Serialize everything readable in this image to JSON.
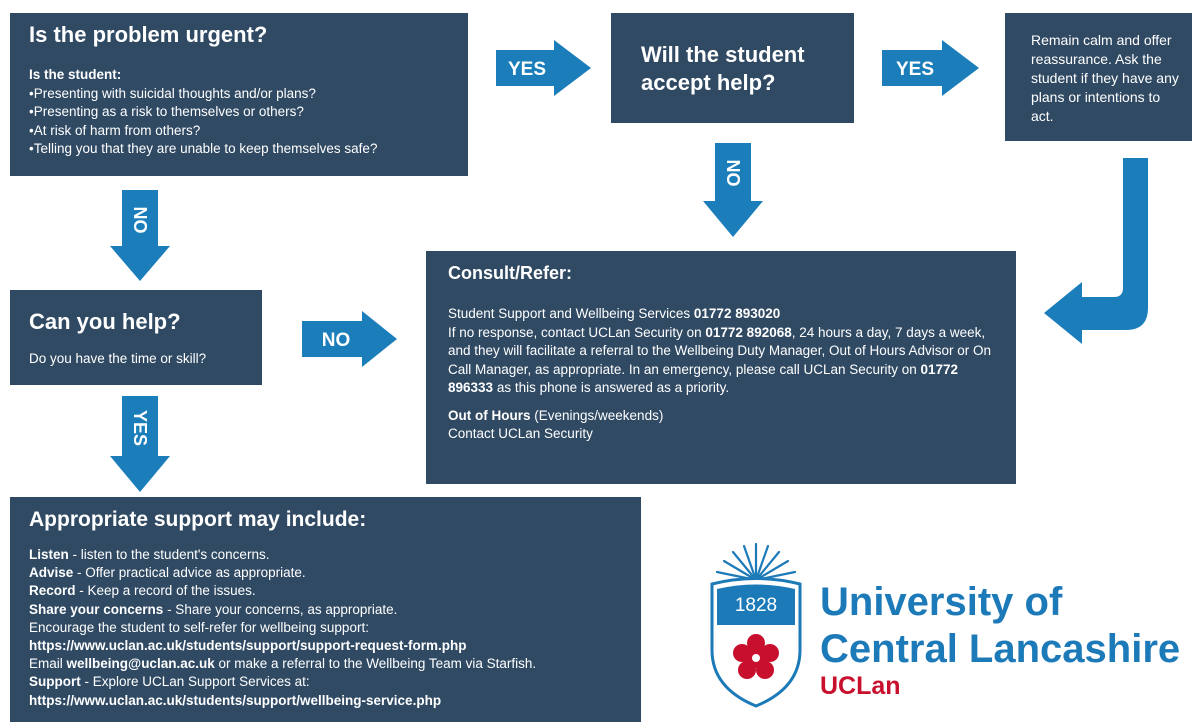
{
  "urgent": {
    "title": "Is the problem urgent?",
    "subtitle": "Is the student:",
    "items": [
      "Presenting with suicidal thoughts and/or plans?",
      "Presenting as a risk to themselves or others?",
      "At risk of harm from others?",
      "Telling you that they are unable to keep themselves safe?"
    ]
  },
  "accept": {
    "title": "Will the student accept help?"
  },
  "reassure": {
    "text": "Remain calm and offer reassurance. Ask the student if they have any plans or intentions to act."
  },
  "can_help": {
    "title": "Can you help?",
    "text": "Do you have the time or skill?"
  },
  "consult": {
    "title": "Consult/Refer:",
    "line1_prefix": "Student Support and Wellbeing Services ",
    "line1_phone": "01772 893020",
    "line2_a": "If no response, contact UCLan Security on ",
    "line2_phone": "01772 892068",
    "line2_b": ", 24 hours a day, 7 days a week, and they will facilitate a referral to the Wellbeing Duty Manager, Out of Hours Advisor or On Call Manager, as appropriate. In an emergency, please call UCLan Security on ",
    "line2_phone2": "01772 896333",
    "line2_c": " as this phone is answered as a priority.",
    "ooh_label": "Out of Hours",
    "ooh_detail": " (Evenings/weekends)",
    "ooh_contact": "Contact UCLan Security"
  },
  "support": {
    "title": "Appropriate support may include:",
    "listen_label": "Listen",
    "listen_text": " - listen to the student's concerns.",
    "advise_label": "Advise",
    "advise_text": " - Offer practical advice as appropriate.",
    "record_label": "Record",
    "record_text": " - Keep a record of the issues.",
    "share_label": "Share your concerns",
    "share_text": " - Share your concerns, as appropriate.",
    "encourage_text": "Encourage the student to self-refer for wellbeing support:",
    "form_url": "https://www.uclan.ac.uk/students/support/support-request-form.php",
    "email_prefix": "Email ",
    "email": "wellbeing@uclan.ac.uk",
    "email_suffix": " or make a referral to the Wellbeing Team via Starfish.",
    "support_label": "Support",
    "support_text": " - Explore UCLan Support Services at:",
    "service_url": "https://www.uclan.ac.uk/students/support/wellbeing-service.php"
  },
  "arrows": {
    "yes": "YES",
    "no": "NO"
  },
  "logo": {
    "year": "1828",
    "name_line1": "University of",
    "name_line2": "Central Lancashire",
    "short": "UCLan"
  },
  "colors": {
    "box": "#304a64",
    "arrow": "#1b7ebb",
    "logo_blue": "#1d7ab9",
    "logo_red": "#c8102e"
  }
}
